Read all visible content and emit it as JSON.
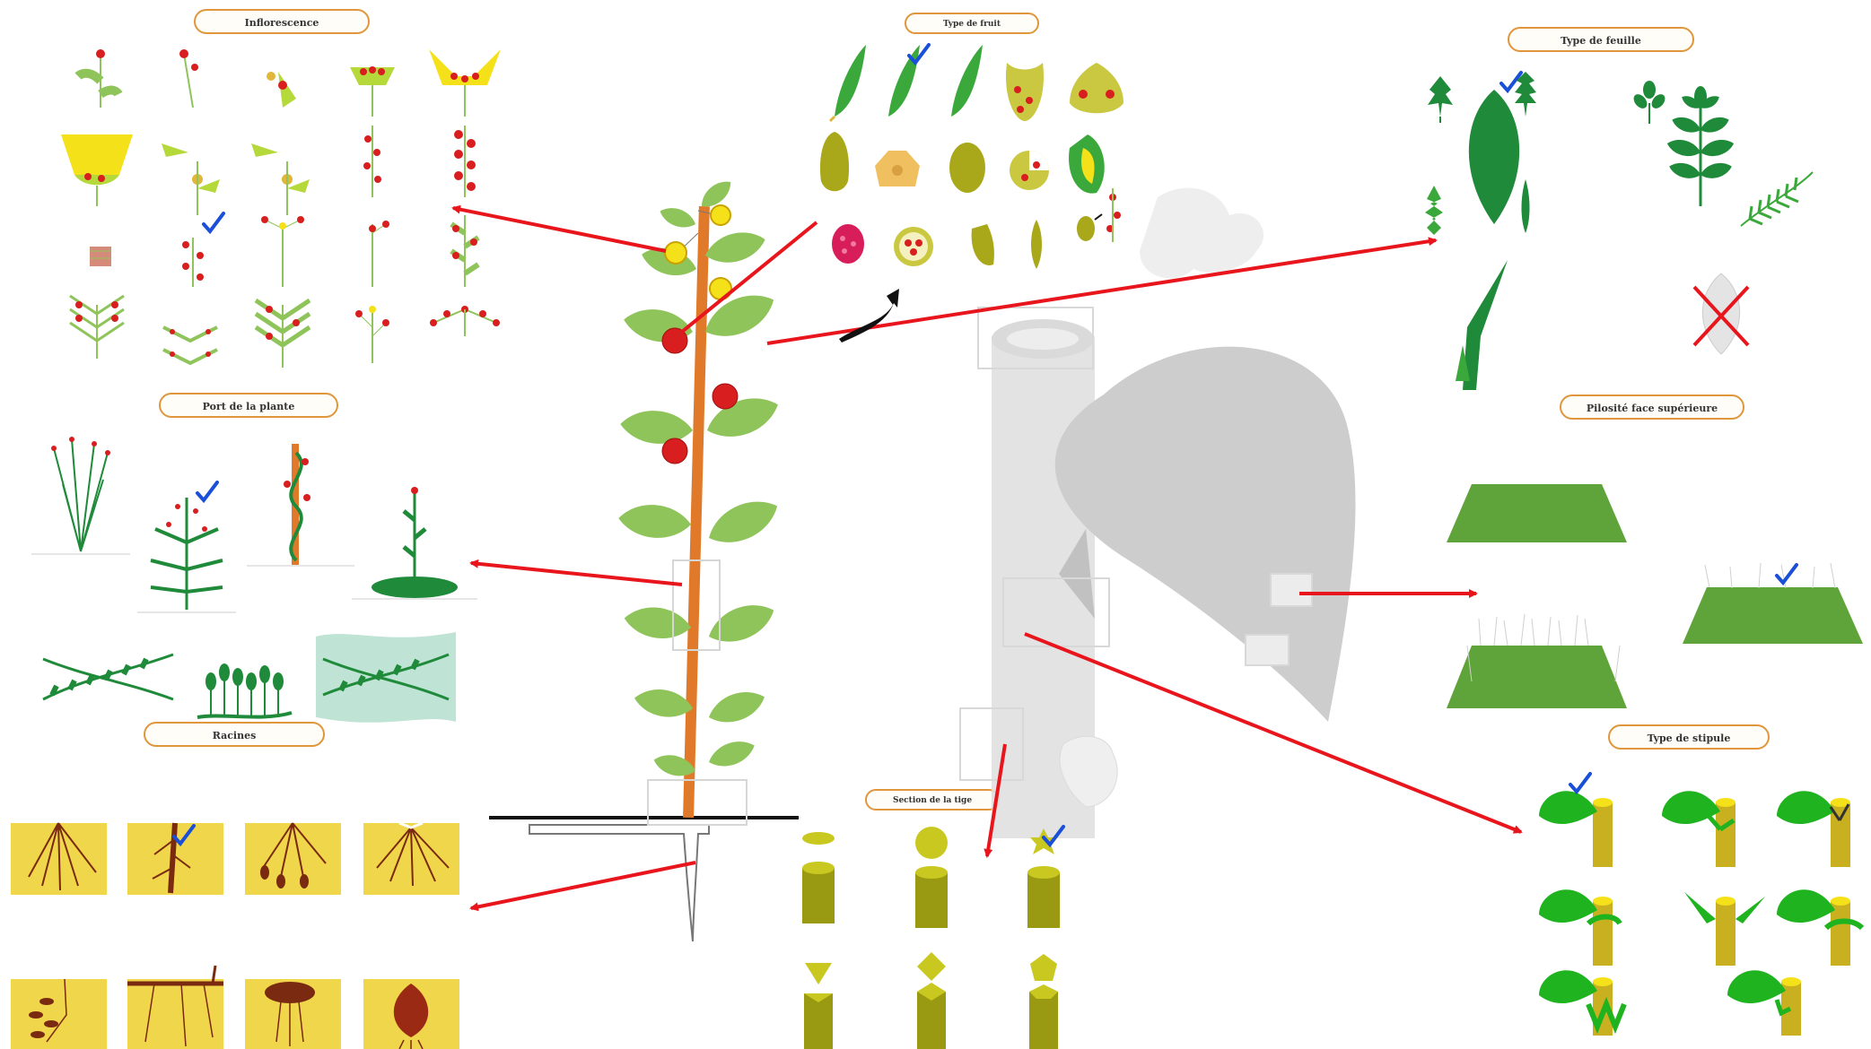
{
  "labels": {
    "inflorescence": "Inflorescence",
    "port": "Port de la plante",
    "racines": "Racines",
    "fruit": "Type de fruit",
    "section": "Section de la tige",
    "feuille": "Type de feuille",
    "pilosite": "Pilosité face supérieure",
    "stipule": "Type de stipule"
  },
  "colors": {
    "arrow": "#e8161c",
    "leaf_light": "#8fc45a",
    "leaf_dark": "#1f8a3a",
    "stem": "#e07a2a",
    "flower_yellow": "#f5e11a",
    "fruit_red": "#d81e1e",
    "root_bg": "#f0d64a",
    "olive": "#a9a81a",
    "ghost_grey": "#c8c8c8",
    "check_blue": "#1a4fd8"
  },
  "icons": [
    "check-icon",
    "cross-icon",
    "curved-arrow-icon"
  ]
}
